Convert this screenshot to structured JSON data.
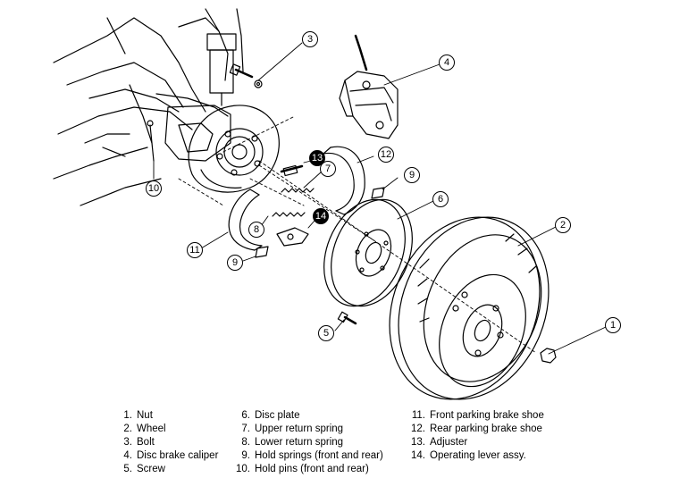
{
  "callouts": {
    "c1": "1",
    "c2": "2",
    "c3": "3",
    "c4": "4",
    "c5": "5",
    "c6": "6",
    "c7": "7",
    "c8": "8",
    "c9a": "9",
    "c9b": "9",
    "c10": "10",
    "c11": "11",
    "c12": "12",
    "c13": "13",
    "c14": "14"
  },
  "legend": [
    {
      "num": "1.",
      "label": "Nut"
    },
    {
      "num": "2.",
      "label": "Wheel"
    },
    {
      "num": "3.",
      "label": "Bolt"
    },
    {
      "num": "4.",
      "label": "Disc brake caliper"
    },
    {
      "num": "5.",
      "label": "Screw"
    },
    {
      "num": "6.",
      "label": "Disc plate"
    },
    {
      "num": "7.",
      "label": "Upper return spring"
    },
    {
      "num": "8.",
      "label": "Lower return spring"
    },
    {
      "num": "9.",
      "label": "Hold springs (front and rear)"
    },
    {
      "num": "10.",
      "label": "Hold pins (front and rear)"
    },
    {
      "num": "11.",
      "label": "Front parking brake shoe"
    },
    {
      "num": "12.",
      "label": "Rear parking brake shoe"
    },
    {
      "num": "13.",
      "label": "Adjuster"
    },
    {
      "num": "14.",
      "label": "Operating lever assy."
    }
  ]
}
